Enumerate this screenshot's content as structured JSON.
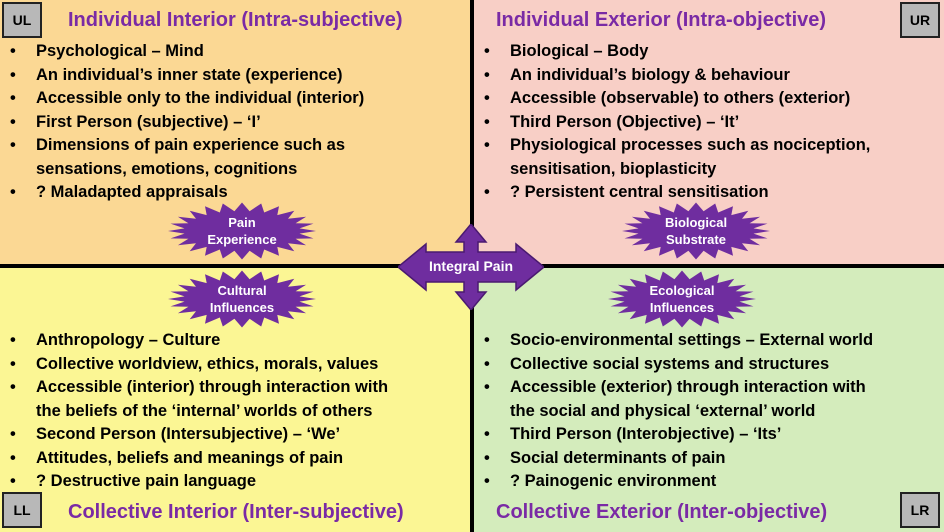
{
  "quadrants": {
    "ul": {
      "corner": "UL",
      "title": "Individual Interior (Intra-subjective)",
      "items": [
        "Psychological – Mind",
        "An individual’s inner state (experience)",
        "Accessible only to the individual (interior)",
        "First Person (subjective) – ‘I’",
        "Dimensions of pain experience such as",
        "sensations, emotions, cognitions",
        "? Maladapted appraisals"
      ],
      "badge": [
        "Pain",
        "Experience"
      ]
    },
    "ur": {
      "corner": "UR",
      "title": "Individual Exterior (Intra-objective)",
      "items": [
        "Biological – Body",
        "An individual’s biology & behaviour",
        "Accessible (observable) to others (exterior)",
        "Third Person (Objective) – ‘It’",
        "Physiological processes such as nociception,",
        "sensitisation, bioplasticity",
        "? Persistent central sensitisation"
      ],
      "badge": [
        "Biological",
        "Substrate"
      ]
    },
    "ll": {
      "corner": "LL",
      "title": "Collective Interior (Inter-subjective)",
      "items": [
        "Anthropology – Culture",
        "Collective worldview, ethics, morals, values",
        "Accessible (interior) through interaction with",
        "the beliefs of the ‘internal’ worlds of others",
        "Second Person (Intersubjective) – ‘We’",
        "Attitudes, beliefs and meanings of pain",
        "? Destructive pain language"
      ],
      "badge": [
        "Cultural",
        "Influences"
      ]
    },
    "lr": {
      "corner": "LR",
      "title": "Collective Exterior (Inter-objective)",
      "items": [
        "Socio-environmental settings – External world",
        "Collective social systems and structures",
        "Accessible (exterior) through interaction with",
        "the social and physical ‘external’ world",
        "Third Person (Interobjective) – ‘Its’",
        "Social determinants of pain",
        "? Painogenic environment"
      ],
      "badge": [
        "Ecological",
        "Influences"
      ]
    }
  },
  "center": {
    "label": "Integral Pain"
  },
  "colors": {
    "title": "#7a2aa5",
    "burst": "#6f2d9f",
    "ul_bg": "#fbd894",
    "ur_bg": "#f8cfc6",
    "ll_bg": "#fbf694",
    "lr_bg": "#d4ecbc"
  }
}
